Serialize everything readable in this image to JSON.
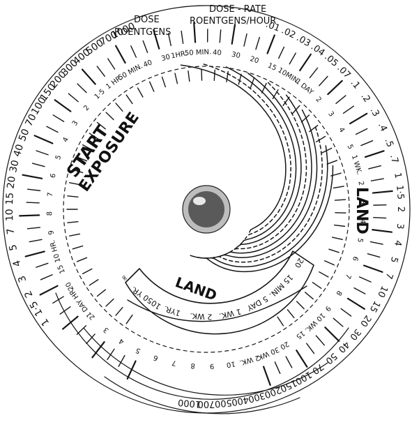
{
  "headers": {
    "dose_l1": "DOSE",
    "dose_l2": "ROENTGENS",
    "rate_l1": "DOSE - RATE",
    "rate_l2": "ROENTGENS/HOUR"
  },
  "labels": {
    "start": "START",
    "exposure": "EXPOSURE",
    "land_right": "LAND",
    "land_inner": "LAND"
  },
  "dose_numbers": [
    "1000",
    "700",
    "500",
    "400",
    "300",
    "200",
    "150",
    "100",
    "70",
    "50",
    "40",
    "30",
    "20",
    "15",
    "10",
    "7",
    "5",
    "4",
    "3",
    "2",
    "1·5",
    "1"
  ],
  "rate_numbers": [
    ".01",
    ".02",
    ".03",
    ".04",
    ".05",
    ".07",
    ".1",
    ".2",
    ".3",
    ".4",
    ".5",
    ".7",
    "1",
    "1·5",
    "2",
    "3",
    "4",
    "5",
    "7",
    "10",
    "15",
    "20",
    "30",
    "40",
    "50",
    "70",
    "100",
    "150",
    "200",
    "300",
    "400",
    "500",
    "700",
    "1000"
  ],
  "time_marks": [
    "1HR.",
    "50 MIN.",
    "40",
    "30",
    "20",
    "15",
    "10MIN.",
    "1 DAY",
    "2",
    "3",
    "4",
    "5",
    "1 WK.",
    "2",
    "3",
    "4",
    "5",
    "6",
    "7",
    "8",
    "9",
    "10 WK.",
    "15",
    "20",
    "30 WK.",
    "2 WK.",
    "10",
    "9",
    "8",
    "7",
    "6",
    "5",
    "4",
    "3",
    "2",
    "1 DAY HR.",
    "20",
    "15",
    "10 HR.",
    "9",
    "8",
    "7",
    "6",
    "5",
    "4",
    "3",
    "2",
    "1·5",
    "1 HR.",
    "50 MIN.",
    "40",
    "30"
  ],
  "inner_ring": [
    "∞",
    "1050 YR.",
    "1YR.",
    "2 WK.",
    "1 WK.",
    "5 DAY",
    "15 MIN.",
    "20"
  ],
  "icons": {
    "hub": "center-hub-pivot"
  }
}
